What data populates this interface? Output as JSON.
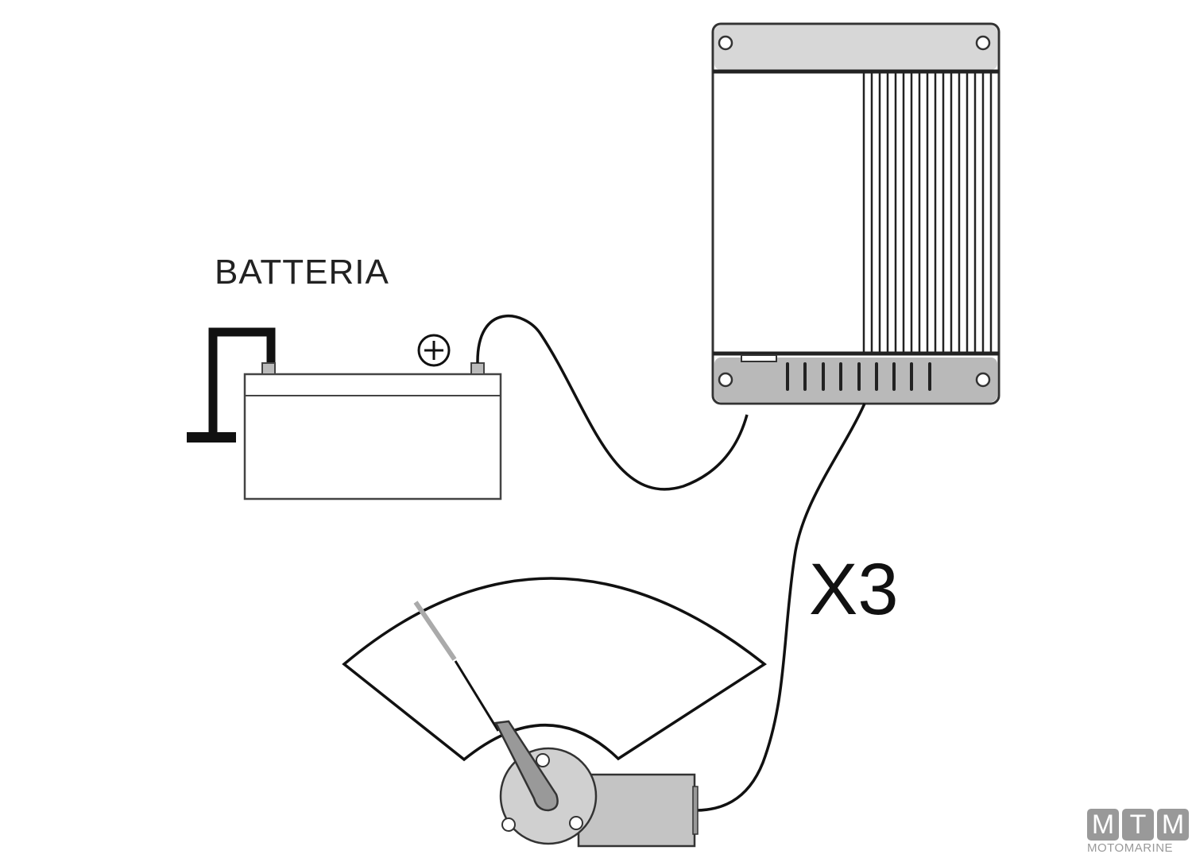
{
  "labels": {
    "battery": "BATTERIA",
    "multiplier": "X3",
    "positive_terminal_symbol": "+"
  },
  "logo": {
    "letters": [
      "M",
      "T",
      "M"
    ],
    "brand": "MOTOMARINE"
  },
  "colors": {
    "line": "#111111",
    "panel_gray": "#b9b9b9",
    "motor_gray": "#c4c4c4",
    "logo_gray": "#999999"
  }
}
